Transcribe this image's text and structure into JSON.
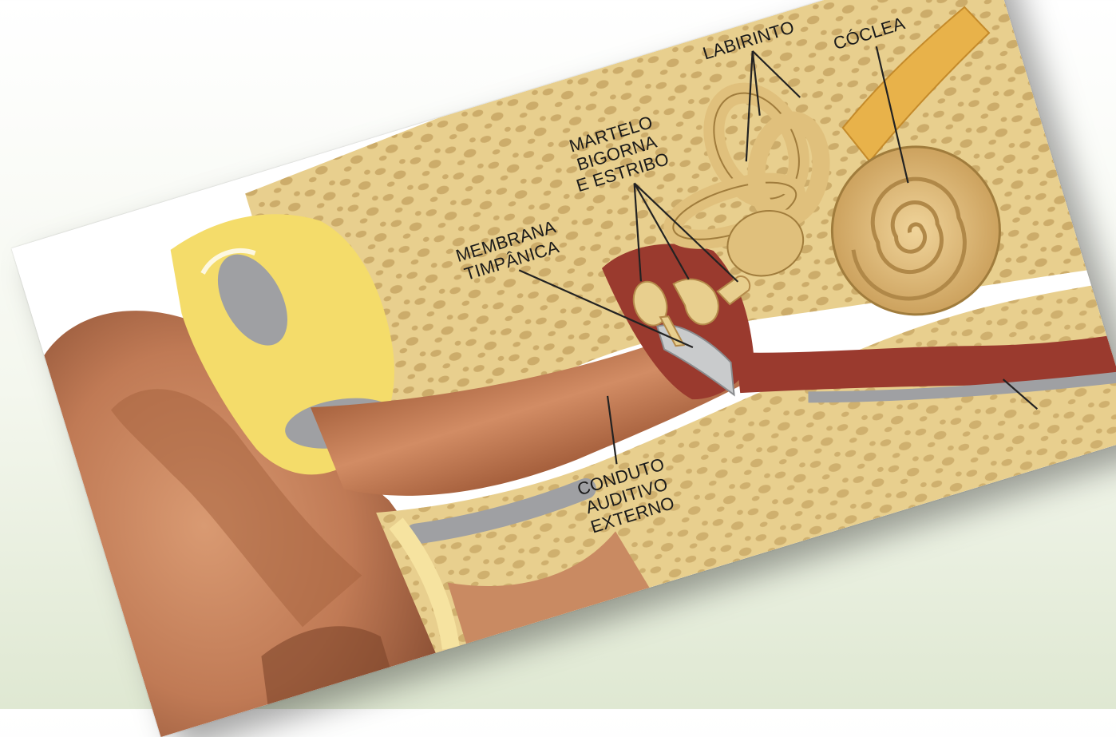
{
  "diagram": {
    "labels": {
      "labirinto": "LABIRINTO",
      "coclea": "CÓCLEA",
      "ossiculos": "MARTELO\nBIGORNA\nE ESTRIBO",
      "membrana": "MEMBRANA\nTIMPÂNICA",
      "conduto": "CONDUTO\nAUDITIVO\nEXTERNO"
    },
    "colors": {
      "skin": "#c98a62",
      "skin_dark": "#8e5236",
      "bone": "#e8cf8e",
      "bone_pores": "#c9a866",
      "fat": "#f4dc6a",
      "cartilage": "#9fa0a3",
      "middle_ear": "#9a3a2e",
      "membrane": "#c9cbcc",
      "nerve": "#e8b24a"
    }
  }
}
